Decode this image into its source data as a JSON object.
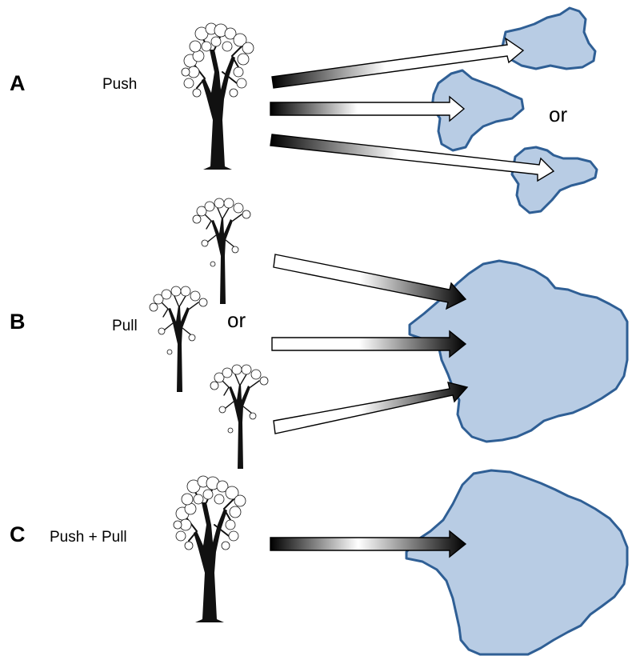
{
  "panels": [
    {
      "letter": "A",
      "label": "Push",
      "or": "or"
    },
    {
      "letter": "B",
      "label": "Pull",
      "or": "or"
    },
    {
      "letter": "C",
      "label": "Push + Pull"
    }
  ],
  "colors": {
    "patch_fill": "#b8cce4",
    "patch_stroke": "#2f5f95",
    "arrow_dark": "#000000",
    "arrow_light": "#ffffff"
  }
}
